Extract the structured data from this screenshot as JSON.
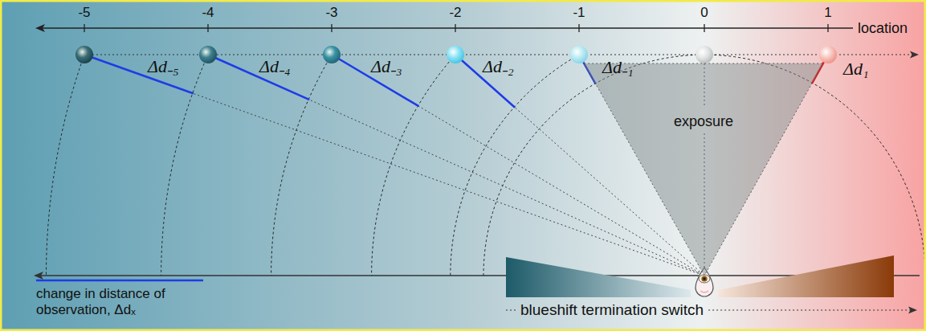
{
  "diagram": {
    "nodes": [
      {
        "text": [
          "exposure"
        ]
      }
    ],
    "labels": [
      "-5",
      "-4",
      "-3",
      "-2",
      "-1",
      "0",
      "1",
      "location",
      "Δd₋₅",
      "Δd₋₄",
      "Δd₋₃",
      "Δd₋₂",
      "Δd₋₁",
      "Δd₁",
      "blueshift termination switch"
    ],
    "legend": [
      {
        "text": "change in distance of observation, Δdₓ"
      }
    ]
  }
}
